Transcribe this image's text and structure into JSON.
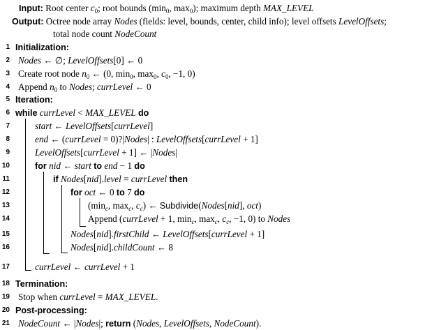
{
  "header": {
    "input_label": "Input:",
    "input_text": "Root center c0; root bounds (min0, max0); maximum depth MAX_LEVEL",
    "output_label": "Output:",
    "output_text_1": "Octree node array Nodes (fields: level, bounds, center, child info); level offsets LevelOffsets;",
    "output_text_2": "total node count NodeCount"
  },
  "lines": [
    {
      "n": "1",
      "text": "Initialization:"
    },
    {
      "n": "2",
      "text": "Nodes ← ∅; LevelOffsets[0] ← 0"
    },
    {
      "n": "3",
      "text": "Create root node n0 ← (0, min0, max0, c0, −1, 0)"
    },
    {
      "n": "4",
      "text": "Append n0 to Nodes; currLevel ← 0"
    },
    {
      "n": "5",
      "text": "Iteration:"
    },
    {
      "n": "6",
      "text": "while currLevel < MAX_LEVEL do"
    },
    {
      "n": "7",
      "text": "start ← LevelOffsets[currLevel]"
    },
    {
      "n": "8",
      "text": "end ← (currLevel = 0)?|Nodes| : LevelOffsets[currLevel + 1]"
    },
    {
      "n": "9",
      "text": "LevelOffsets[currLevel + 1] ← |Nodes|"
    },
    {
      "n": "10",
      "text": "for nid ← start to end − 1 do"
    },
    {
      "n": "11",
      "text": "if Nodes[nid].level = currLevel then"
    },
    {
      "n": "12",
      "text": "for oct ← 0 to 7 do"
    },
    {
      "n": "13",
      "text": "(minc, maxc, cc) ← Subdivide(Nodes[nid], oct)"
    },
    {
      "n": "14",
      "text": "Append (currLevel + 1, minc, maxc, cc, −1, 0) to Nodes"
    },
    {
      "n": "15",
      "text": "Nodes[nid].firstChild ← LevelOffsets[currLevel + 1]"
    },
    {
      "n": "16",
      "text": "Nodes[nid].childCount ← 8"
    },
    {
      "n": "17",
      "text": "currLevel ← currLevel + 1"
    },
    {
      "n": "18",
      "text": "Termination:"
    },
    {
      "n": "19",
      "text": "Stop when currLevel = MAX_LEVEL."
    },
    {
      "n": "20",
      "text": "Post-processing:"
    },
    {
      "n": "21",
      "text": "NodeCount ← |Nodes|; return (Nodes, LevelOffsets, NodeCount)."
    }
  ]
}
